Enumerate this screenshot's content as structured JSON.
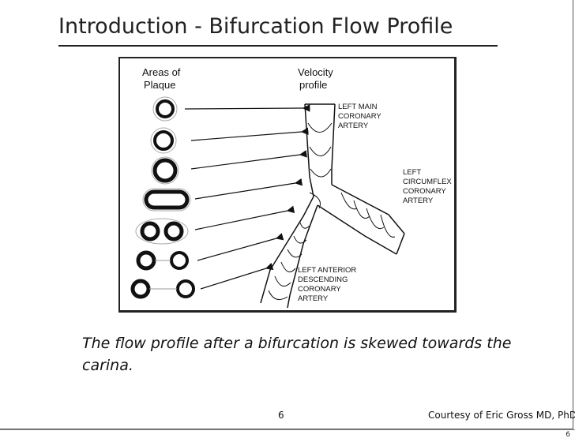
{
  "slide": {
    "title": "Introduction - Bifurcation Flow Profile",
    "caption": "The flow profile after a bifurcation is skewed towards the carina.",
    "page_number": "6",
    "credit": "Courtesy of Eric Gross MD, PhD",
    "corner_number": "6"
  },
  "figure": {
    "header_left_line1": "Areas of",
    "header_left_line2": "Plaque",
    "header_right_line1": "Velocity",
    "header_right_line2": "profile",
    "label_lm": [
      "LEFT MAIN",
      "CORONARY",
      "ARTERY"
    ],
    "label_lcx": [
      "LEFT",
      "CIRCUMFLEX",
      "CORONARY",
      "ARTERY"
    ],
    "label_lad": [
      "LEFT ANTERIOR",
      "DESCENDING",
      "CORONARY",
      "ARTERY"
    ]
  }
}
